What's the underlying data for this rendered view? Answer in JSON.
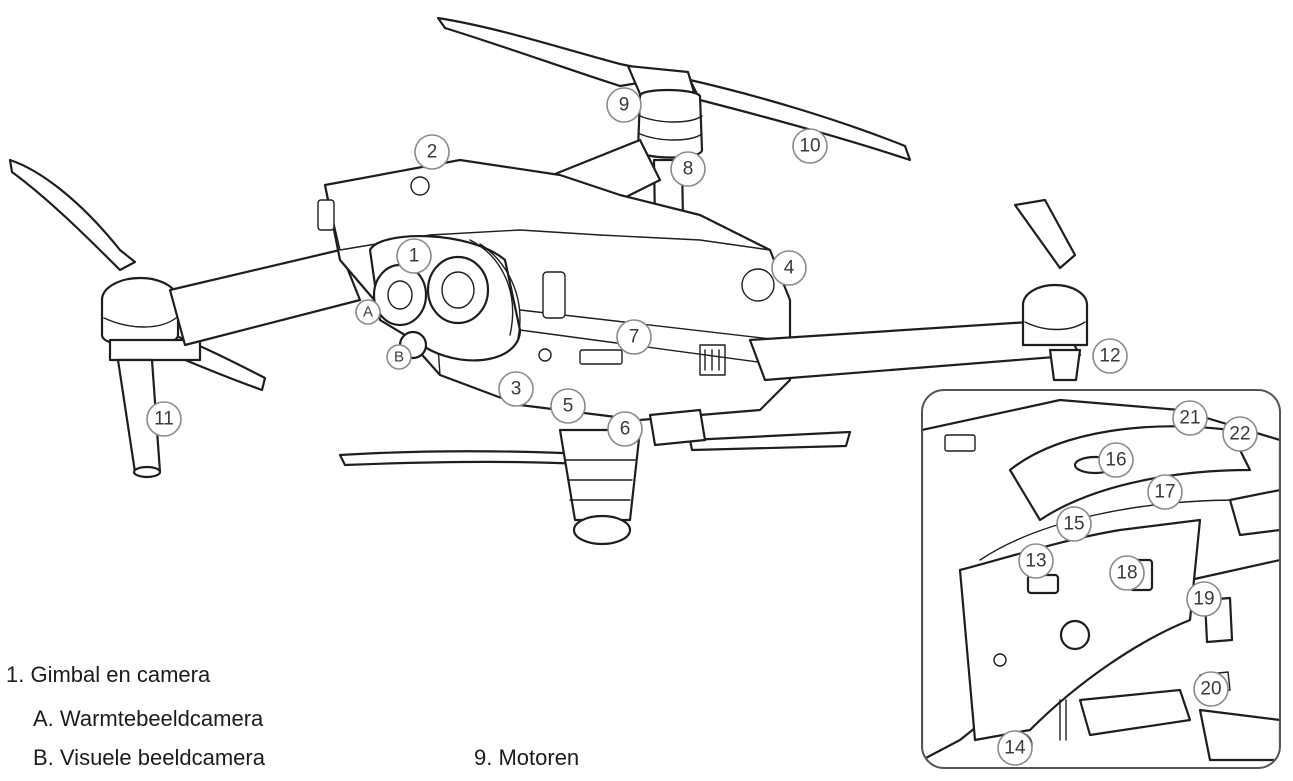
{
  "callouts": [
    "1",
    "2",
    "3",
    "4",
    "5",
    "6",
    "7",
    "8",
    "9",
    "10",
    "11",
    "12",
    "13",
    "14",
    "15",
    "16",
    "17",
    "18",
    "19",
    "20",
    "21",
    "22",
    "A",
    "B"
  ],
  "legend": {
    "item_1": "1. Gimbal en camera",
    "item_a": "A. Warmtebeeldcamera",
    "item_b": "B. Visuele beeldcamera",
    "item_9": "9. Motoren"
  }
}
